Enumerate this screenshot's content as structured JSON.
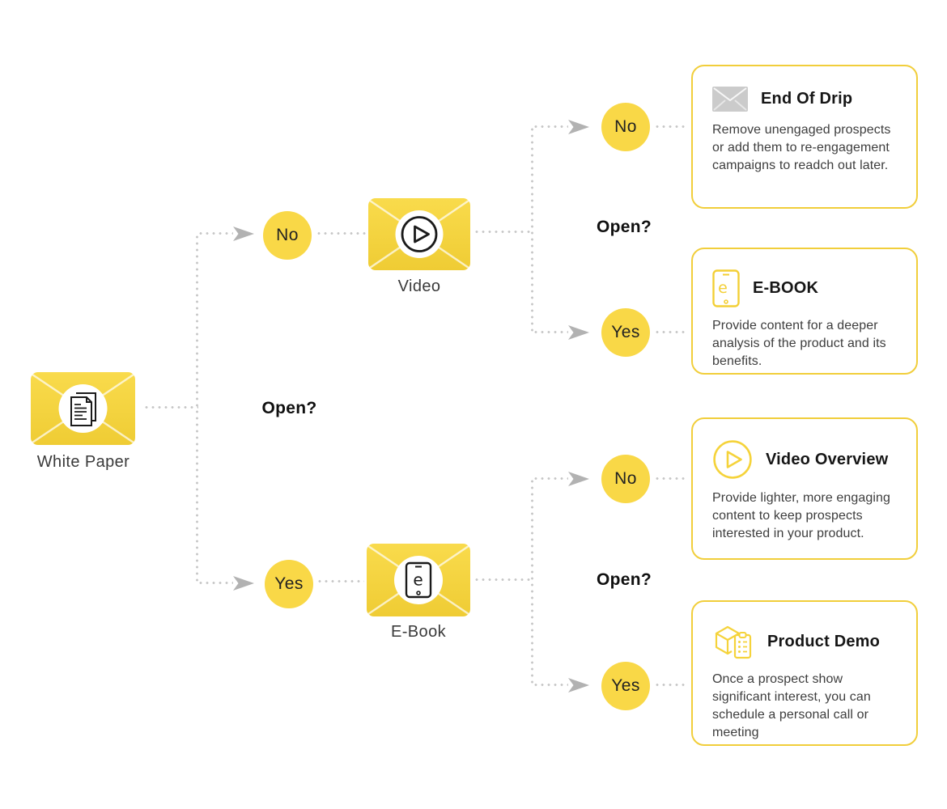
{
  "diagram": {
    "root": {
      "label": "White Paper",
      "icon": "document-icon"
    },
    "question_label": "Open?",
    "decisions": {
      "no": "No",
      "yes": "Yes"
    },
    "nodes": [
      {
        "label": "Video",
        "icon": "play-circle-icon"
      },
      {
        "label": "E-Book",
        "icon": "tablet-e-icon"
      }
    ],
    "cards": [
      {
        "title": "End Of Drip",
        "icon": "envelope-gray-icon",
        "body": "Remove unengaged prospects or add them to re-engagement campaigns to readch out later."
      },
      {
        "title": "E-BOOK",
        "icon": "tablet-e-icon",
        "body": "Provide content for a deeper analysis of the product and its benefits."
      },
      {
        "title": "Video Overview",
        "icon": "play-circle-icon",
        "body": "Provide lighter, more engaging content to keep prospects interested in your product."
      },
      {
        "title": "Product Demo",
        "icon": "product-box-icon",
        "body": "Once a prospect show significant interest, you can schedule a personal call or meeting"
      }
    ],
    "colors": {
      "node_yellow_top": "#F9DB4C",
      "node_yellow_bottom": "#EFCC34",
      "circle_yellow": "#F9D847",
      "card_border_yellow": "#F1CE3B",
      "icon_yellow": "#F5D33B",
      "dot_gray": "#C6C6C6",
      "arrow_gray": "#B2B2B2",
      "envelope_gray": "#CBCBCB",
      "title_dark": "#161616",
      "body_gray": "#3D3D3D"
    }
  }
}
